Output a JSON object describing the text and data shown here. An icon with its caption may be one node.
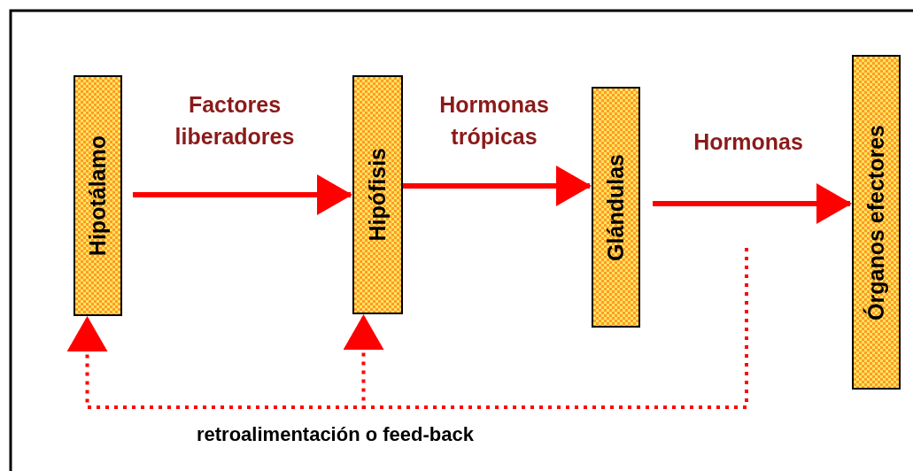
{
  "diagram": {
    "nodes": [
      {
        "text": [
          "Hipotálamo"
        ]
      },
      {
        "text": [
          "Hipófisis"
        ]
      },
      {
        "text": [
          "Glándulas"
        ]
      },
      {
        "text": [
          "Órganos efectores"
        ]
      }
    ],
    "edges": [
      {
        "from": 0,
        "to": 1,
        "arrow": "to",
        "label": "Factores liberadores"
      },
      {
        "from": 1,
        "to": 2,
        "arrow": "to",
        "label": "Hormonas trópicas"
      },
      {
        "from": 2,
        "to": 3,
        "arrow": "to",
        "label": "Hormonas"
      },
      {
        "from": null,
        "to": 0,
        "arrow": "to",
        "style": "dashed"
      },
      {
        "from": null,
        "to": 1,
        "arrow": "to",
        "style": "dashed"
      }
    ],
    "labels": [
      "retroalimentación o feed-back"
    ]
  }
}
